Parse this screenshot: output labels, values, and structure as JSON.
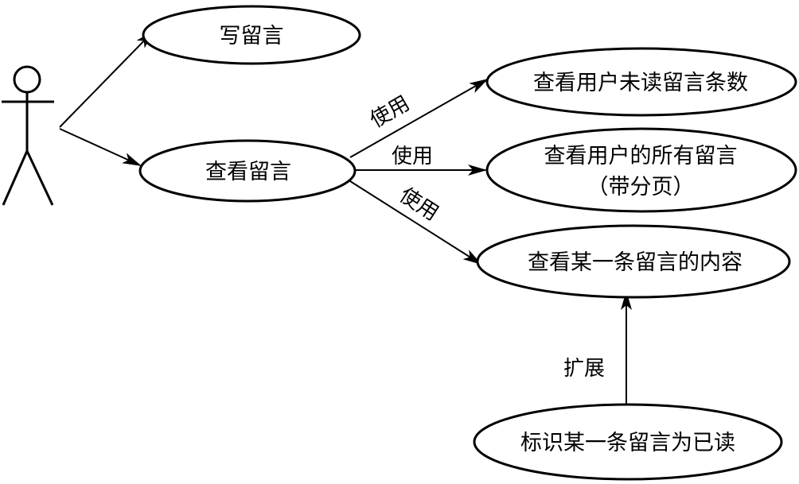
{
  "diagram": {
    "actor": {},
    "use_cases": {
      "write": "写留言",
      "view": "查看留言",
      "unread_count": "查看用户未读留言条数",
      "all_messages_line1": "查看用户的所有留言",
      "all_messages_line2": "（带分页）",
      "single_content": "查看某一条留言的内容",
      "mark_read": "标识某一条留言为已读"
    },
    "relations": {
      "use_1": "使用",
      "use_2": "使用",
      "use_3": "使用",
      "extend": "扩展"
    },
    "colors": {
      "stroke": "#000000",
      "background": "#ffffff"
    }
  }
}
